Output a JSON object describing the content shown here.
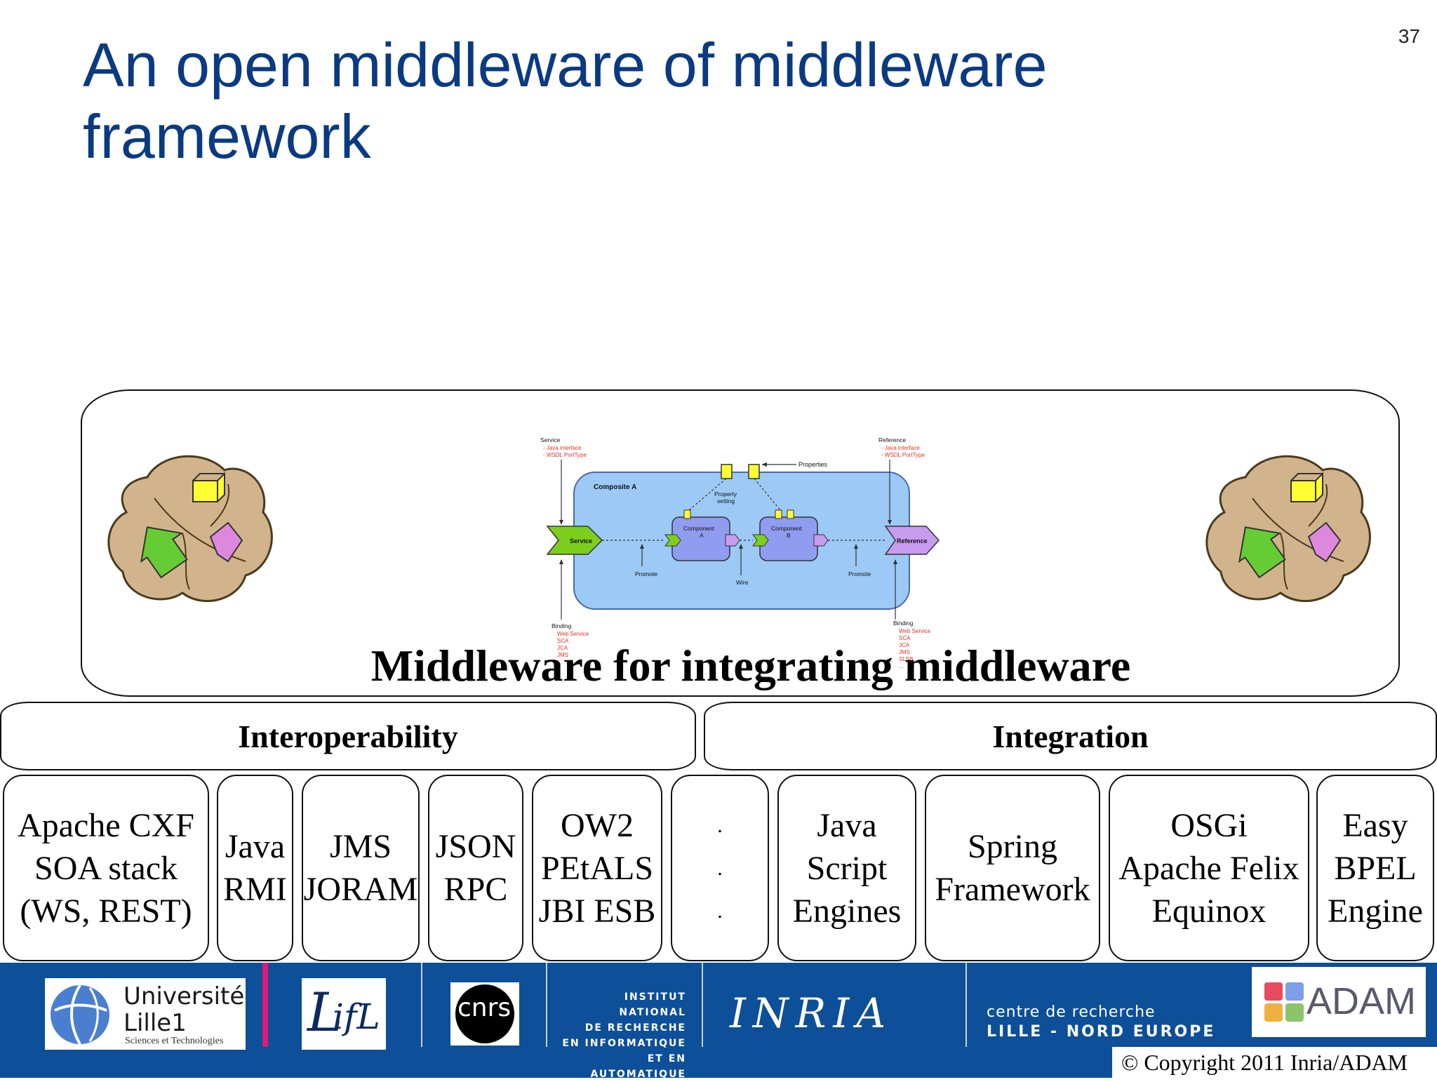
{
  "slide": {
    "number": "37",
    "title_line1": "An open middleware of middleware",
    "title_line2": "framework"
  },
  "middleware": {
    "caption": "Middleware for integrating middleware",
    "diagram": {
      "service": "Service",
      "service_items": [
        "- Java interface",
        "- WSDL PortType"
      ],
      "reference": "Reference",
      "reference_items": [
        "- Java interface",
        "- WSDL PortType"
      ],
      "properties": "Properties",
      "composite": "Composite A",
      "property_setting_1": "Property",
      "property_setting_2": "setting",
      "component_a_1": "Component",
      "component_a_2": "A",
      "component_b_1": "Component",
      "component_b_2": "B",
      "service_shape": "Service",
      "reference_shape": "Reference",
      "promote_left": "Promote",
      "promote_right": "Promote",
      "wire": "Wire",
      "binding_left": "Binding",
      "binding_left_items": [
        "Web Service",
        "SCA",
        "JCA",
        "JMS",
        "..."
      ],
      "binding_right": "Binding",
      "binding_right_items": [
        "Web Service",
        "SCA",
        "JCA",
        "JMS",
        "SLSB",
        "..."
      ]
    }
  },
  "bands": {
    "interoperability": "Interoperability",
    "integration": "Integration"
  },
  "technologies": [
    {
      "lines": [
        "Apache CXF",
        "SOA stack",
        "(WS, REST)"
      ]
    },
    {
      "lines": [
        "Java",
        "RMI"
      ]
    },
    {
      "lines": [
        "JMS",
        "JORAM"
      ]
    },
    {
      "lines": [
        "JSON",
        "RPC"
      ]
    },
    {
      "lines": [
        "OW2",
        "PEtALS",
        "JBI ESB"
      ]
    },
    {
      "lines": [
        ".",
        ".",
        "."
      ]
    },
    {
      "lines": [
        "Java",
        "Script",
        "Engines"
      ]
    },
    {
      "lines": [
        "Spring",
        "Framework"
      ]
    },
    {
      "lines": [
        "OSGi",
        "Apache Felix",
        "Equinox"
      ]
    },
    {
      "lines": [
        "Easy",
        "BPEL",
        "Engine"
      ]
    }
  ],
  "footer": {
    "lille_1": "Université",
    "lille_2": "Lille1",
    "lille_3": "Sciences et Technologies",
    "lifl": "ifL",
    "cnrs": "cnrs",
    "inria_inst": [
      "INSTITUT NATIONAL",
      "DE RECHERCHE",
      "EN INFORMATIQUE",
      "ET EN AUTOMATIQUE"
    ],
    "inria": "INRIA",
    "centre_1": "centre de recherche",
    "centre_2": "LILLE - NORD EUROPE",
    "adam": "ADAM",
    "copyright": "© Copyright 2011 Inria/ADAM"
  },
  "colors": {
    "title": "#0a3a82",
    "footer_bg": "#0d4f98",
    "composite_bg": "#9cc9f5",
    "component": "#8f9cf0",
    "service_green": "#7ccf1c",
    "reference_purple": "#c79bf0",
    "leaf": "#d2b48c"
  }
}
